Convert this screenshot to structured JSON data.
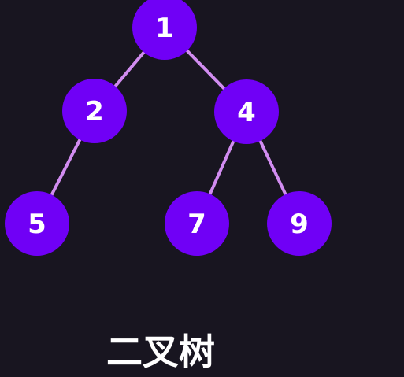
{
  "diagram": {
    "title": "二叉树",
    "colors": {
      "background": "#181520",
      "node": "#7000f6",
      "edge": "#d18cf0",
      "text": "#ffffff"
    },
    "nodes": [
      {
        "id": "n1",
        "label": "1"
      },
      {
        "id": "n2",
        "label": "2"
      },
      {
        "id": "n4",
        "label": "4"
      },
      {
        "id": "n5",
        "label": "5"
      },
      {
        "id": "n7",
        "label": "7"
      },
      {
        "id": "n9",
        "label": "9"
      }
    ],
    "edges": [
      {
        "from": "n1",
        "to": "n2"
      },
      {
        "from": "n1",
        "to": "n4"
      },
      {
        "from": "n2",
        "to": "n5"
      },
      {
        "from": "n4",
        "to": "n7"
      },
      {
        "from": "n4",
        "to": "n9"
      }
    ]
  }
}
